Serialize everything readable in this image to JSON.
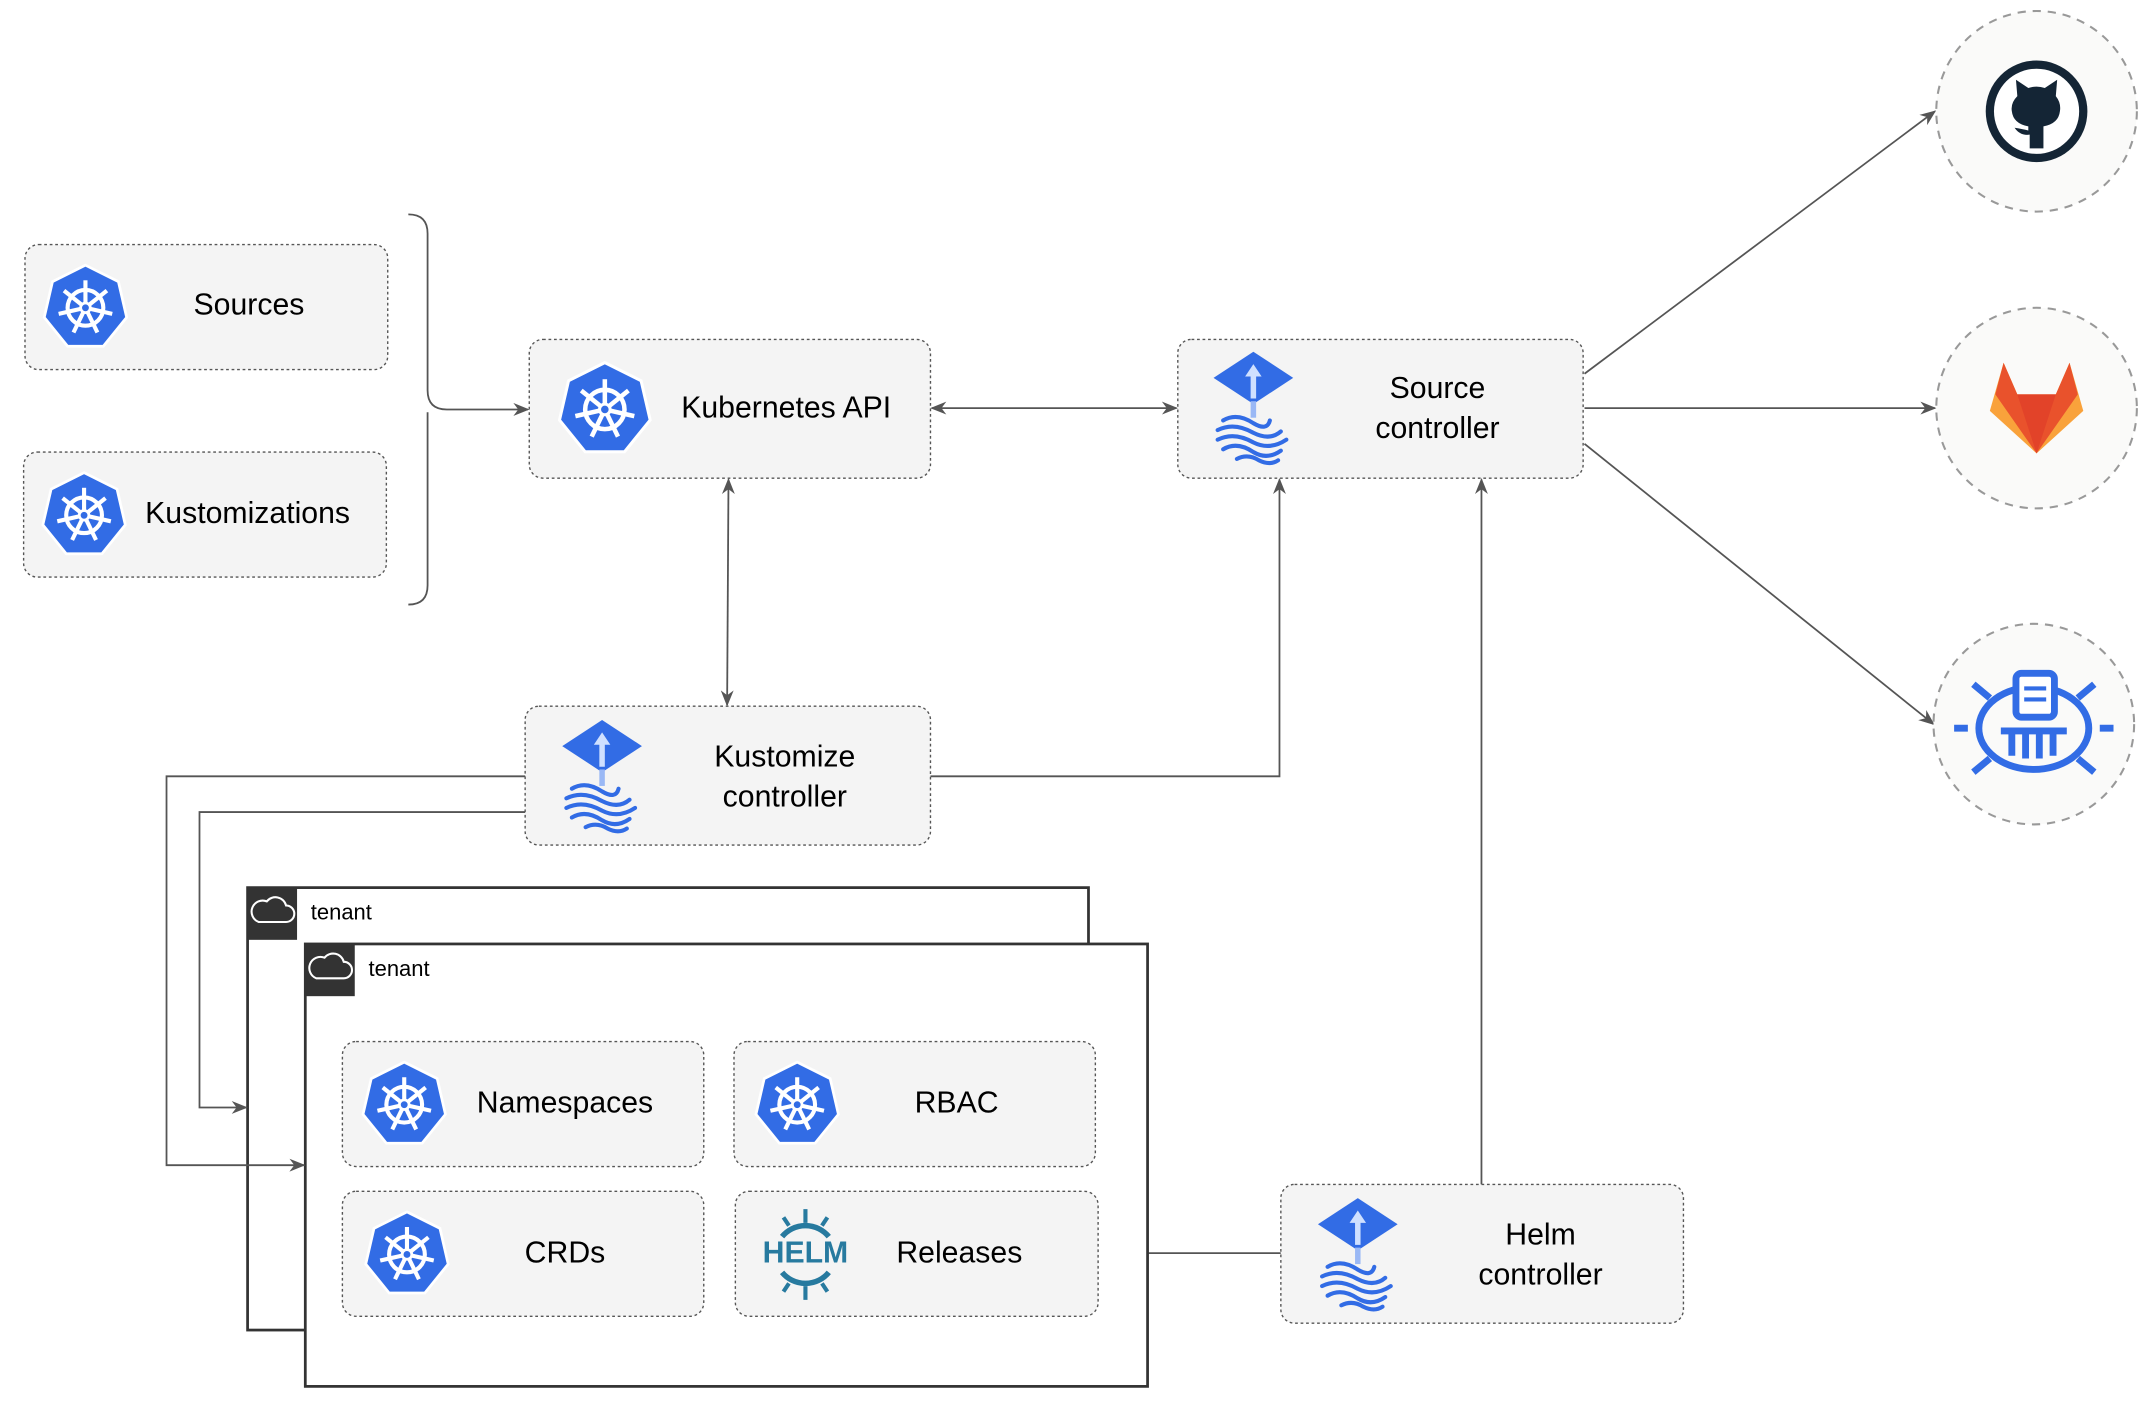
{
  "nodes": {
    "sources": "Sources",
    "kustomizations": "Kustomizations",
    "kubernetes_api": "Kubernetes API",
    "source_controller": [
      "Source",
      "controller"
    ],
    "kustomize_controller": [
      "Kustomize",
      "controller"
    ],
    "helm_controller": [
      "Helm",
      "controller"
    ],
    "namespaces": "Namespaces",
    "rbac": "RBAC",
    "crds": "CRDs",
    "releases": "Releases"
  },
  "tenants": [
    "tenant",
    "tenant"
  ],
  "icons": {
    "kubernetes": "kubernetes-icon",
    "flux": "flux-icon",
    "helm": "helm-icon",
    "github": "github-icon",
    "gitlab": "gitlab-icon",
    "bucket": "source-watcher-icon",
    "cloud": "cloud-icon"
  },
  "helm_logo_text": "HELM",
  "colors": {
    "kubernetes_blue": "#326ce5",
    "helm_teal": "#277a9f",
    "github_dark": "#142535",
    "gitlab_orange": "#e9522c",
    "gitlab_yellow": "#f9a23b",
    "tenant_header": "#333333"
  }
}
